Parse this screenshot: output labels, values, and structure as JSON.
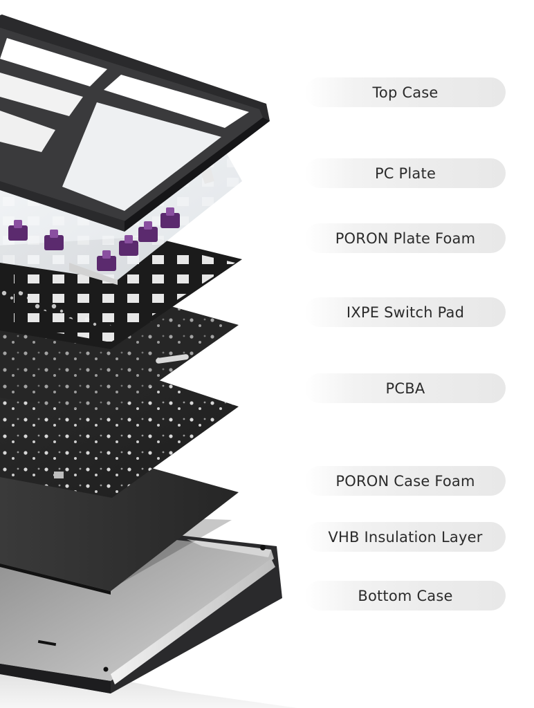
{
  "layers": [
    {
      "label": "Top Case"
    },
    {
      "label": "PC Plate"
    },
    {
      "label": "PORON Plate Foam"
    },
    {
      "label": "IXPE Switch Pad"
    },
    {
      "label": "PCBA"
    },
    {
      "label": "PORON Case Foam"
    },
    {
      "label": "VHB Insulation Layer"
    },
    {
      "label": "Bottom Case"
    }
  ],
  "colors": {
    "background": "#ffffff",
    "pill": "#ececec",
    "label_text": "#2b2b2b",
    "case_aluminum": "#2a2a2c",
    "pc_plate": "#e9ecef",
    "foam": "#1c1c1c",
    "pcba": "#232323",
    "switch_purple": "#5b2a6e",
    "bottom_frame": "#bfbfbf"
  },
  "icons": [
    "keyboard-exploded-view-illustration"
  ]
}
